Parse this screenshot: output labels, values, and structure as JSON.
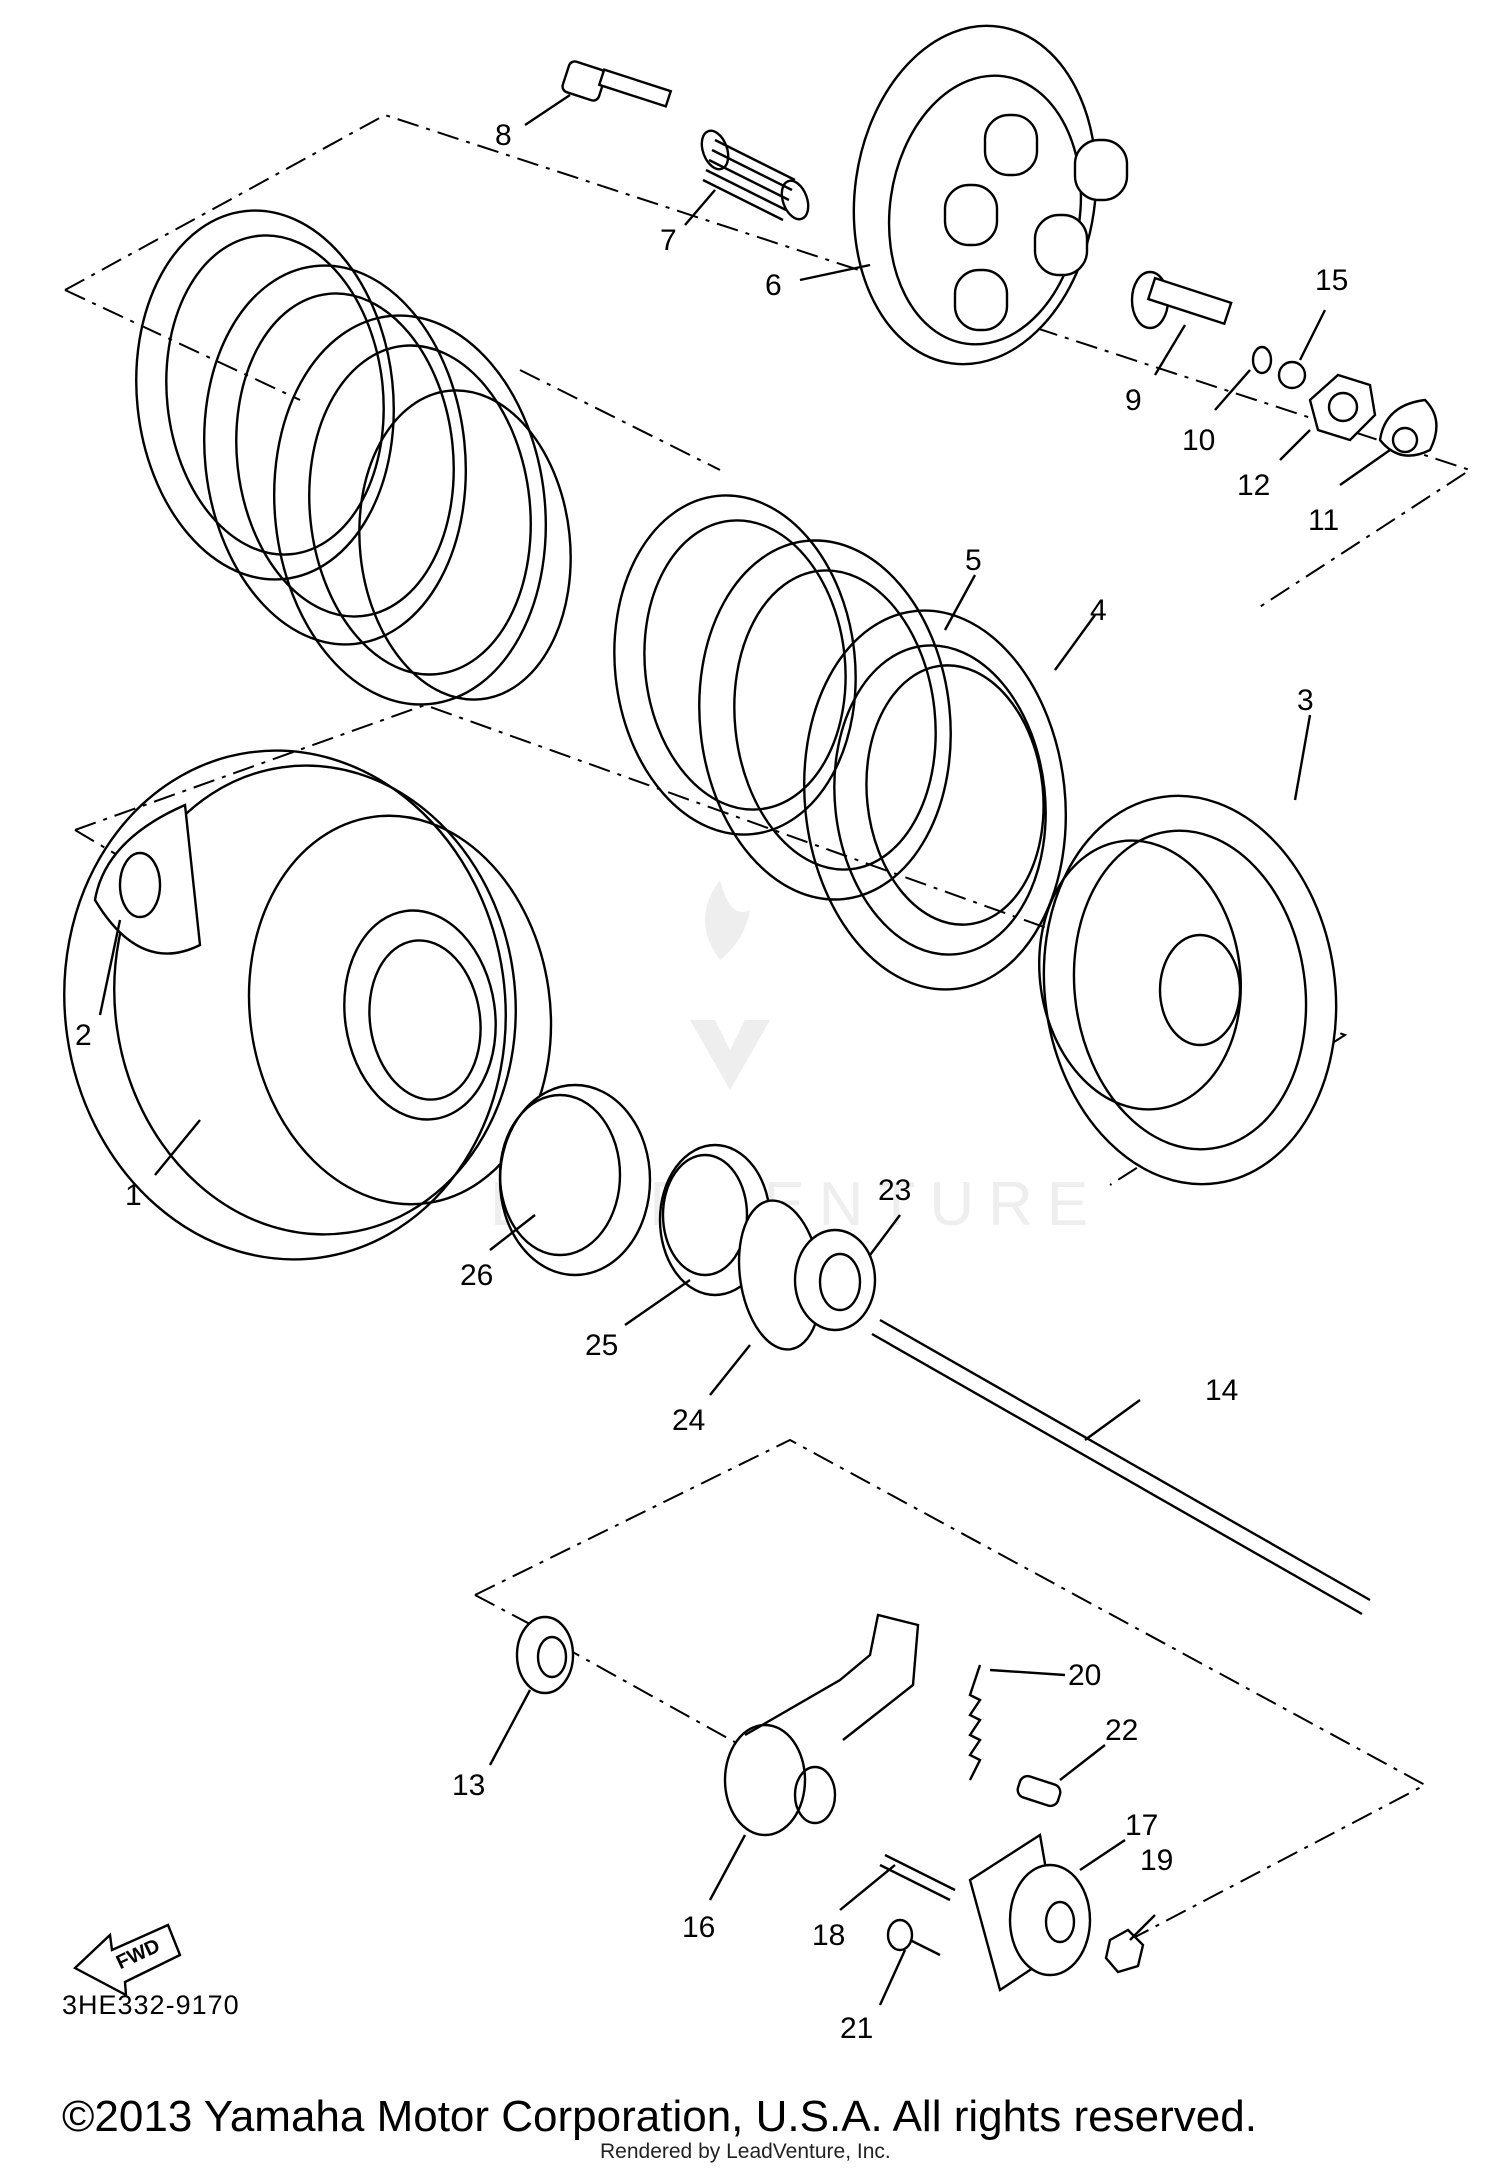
{
  "diagram": {
    "callouts": [
      "1",
      "2",
      "3",
      "4",
      "5",
      "6",
      "7",
      "8",
      "9",
      "10",
      "11",
      "12",
      "13",
      "14",
      "15",
      "16",
      "17",
      "18",
      "19",
      "20",
      "21",
      "22",
      "23",
      "24",
      "25",
      "26"
    ],
    "fwd_label": "FWD",
    "part_code": "3HE332-9170",
    "copyright": "©2013 Yamaha Motor Corporation, U.S.A. All rights reserved.",
    "rendered_by": "Rendered by LeadVenture, Inc.",
    "watermark": "LEADVENTURE"
  }
}
